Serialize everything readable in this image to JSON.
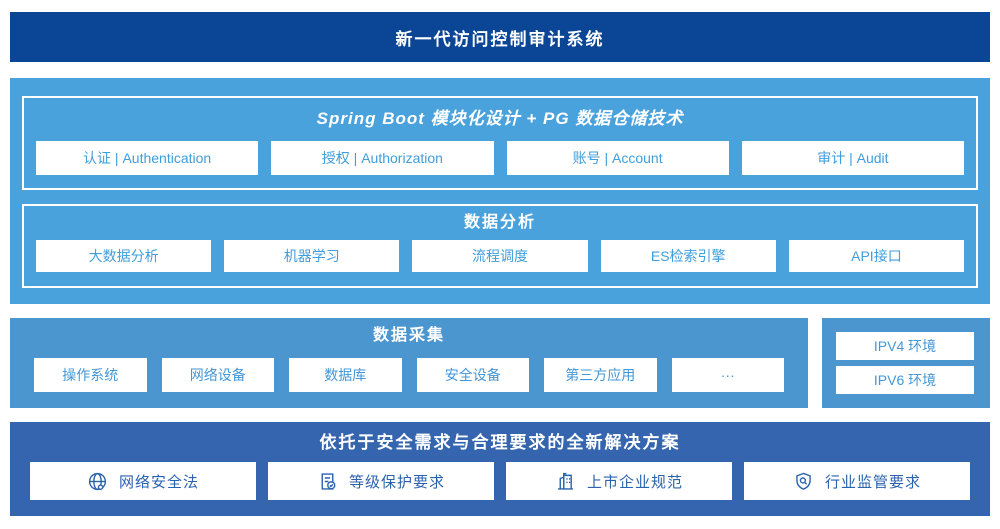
{
  "colors": {
    "navy": "#0A4596",
    "navy_light": "#3565AE",
    "sky_blue": "#4AA2DC",
    "collect_blue": "#4C96CF",
    "box_text_sky": "#3F9EDB",
    "box_text_navy": "#2B62AE"
  },
  "banner": {
    "title": "新一代访问控制审计系统"
  },
  "platform": {
    "spring": {
      "title": "Spring Boot 模块化设计 + PG 数据仓储技术",
      "items": [
        "认证 | Authentication",
        "授权 | Authorization",
        "账号 | Account",
        "审计 | Audit"
      ]
    },
    "analysis": {
      "title": "数据分析",
      "items": [
        "大数据分析",
        "机器学习",
        "流程调度",
        "ES检索引擎",
        "API接口"
      ]
    }
  },
  "collection": {
    "title": "数据采集",
    "items": [
      "操作系统",
      "网络设备",
      "数据库",
      "安全设备",
      "第三方应用",
      "···"
    ],
    "environments": [
      "IPV4 环境",
      "IPV6 环境"
    ]
  },
  "solution": {
    "title": "依托于安全需求与合理要求的全新解决方案",
    "items": [
      {
        "icon": "globe-icon",
        "label": "网络安全法"
      },
      {
        "icon": "document-check-icon",
        "label": "等级保护要求"
      },
      {
        "icon": "building-icon",
        "label": "上市企业规范"
      },
      {
        "icon": "shield-search-icon",
        "label": "行业监管要求"
      }
    ]
  }
}
